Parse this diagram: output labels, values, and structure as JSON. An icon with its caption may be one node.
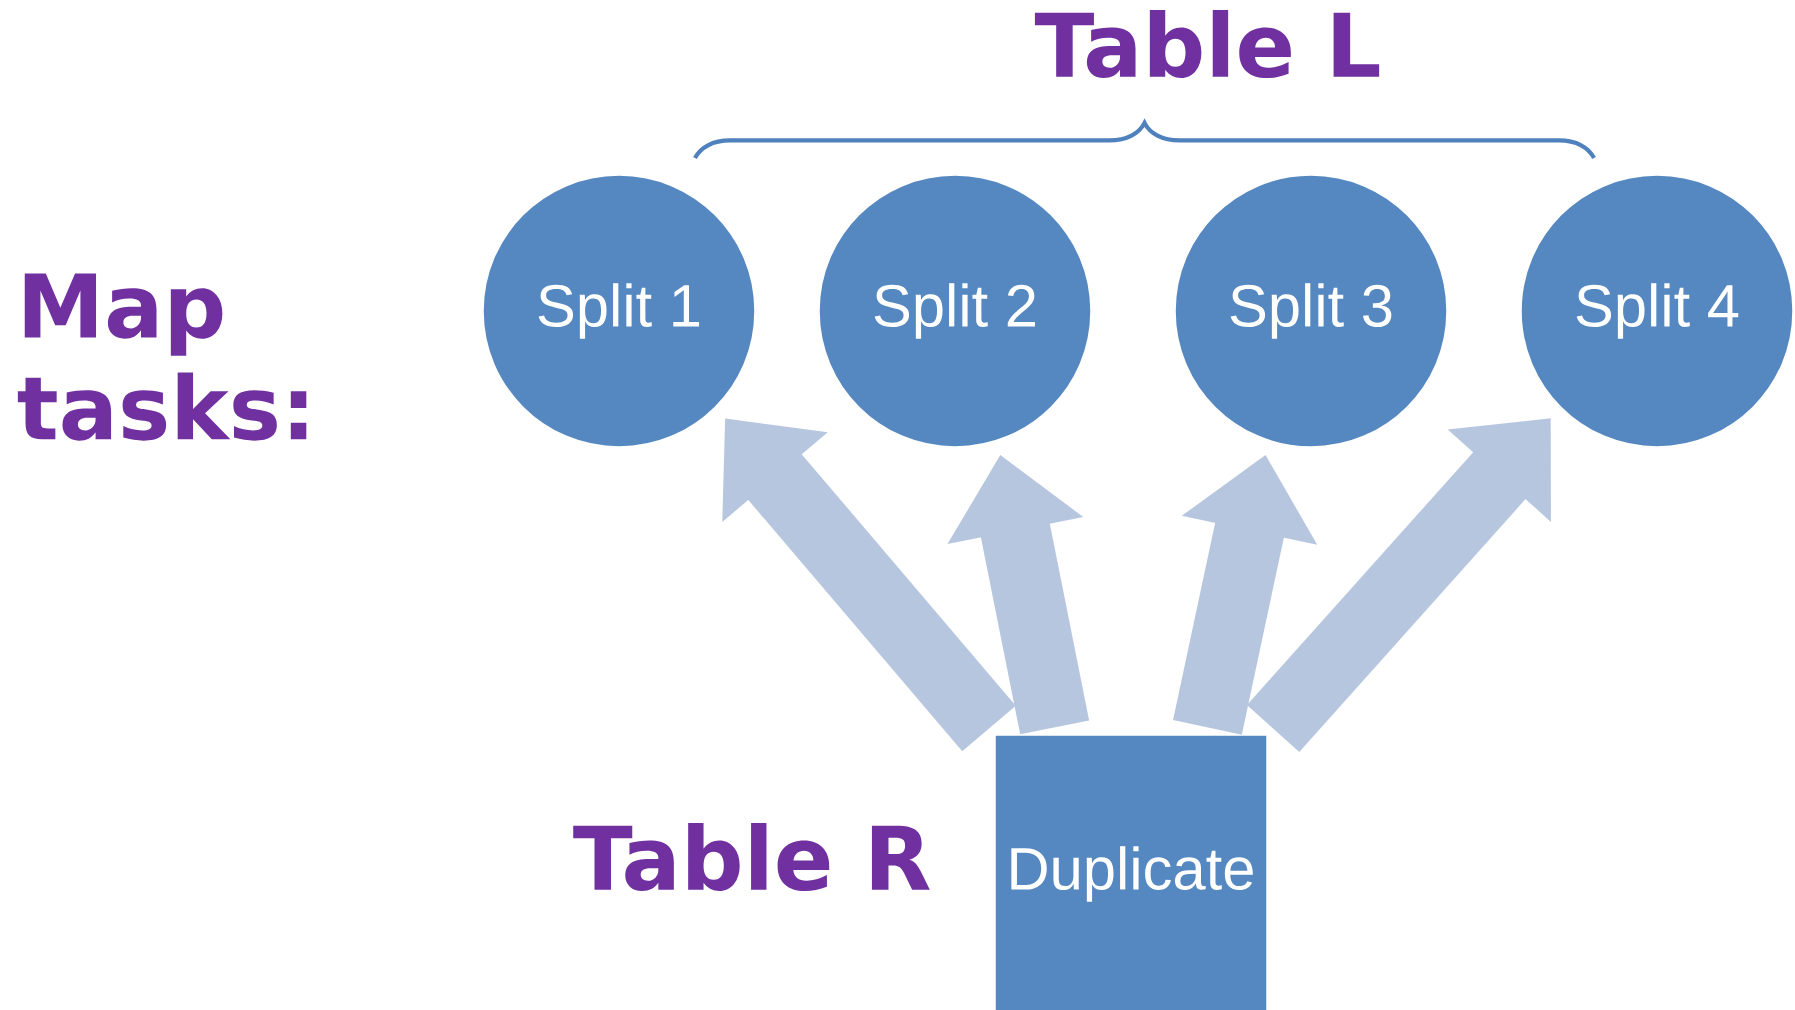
{
  "diagram": {
    "title": "Table L",
    "nodes": [
      {
        "text": [
          "Split 1"
        ]
      },
      {
        "text": [
          "Split 2"
        ]
      },
      {
        "text": [
          "Split 3"
        ]
      },
      {
        "text": [
          "Split 4"
        ]
      },
      {
        "text": [
          "Duplicate"
        ],
        "beside": [
          "Table R"
        ]
      }
    ],
    "edges": [
      {
        "from": 4,
        "to": 0,
        "arrow": "to"
      },
      {
        "from": 4,
        "to": 1,
        "arrow": "to"
      },
      {
        "from": 4,
        "to": 2,
        "arrow": "to"
      },
      {
        "from": 4,
        "to": 3,
        "arrow": "to"
      }
    ],
    "labels": [
      "Map tasks:"
    ]
  }
}
